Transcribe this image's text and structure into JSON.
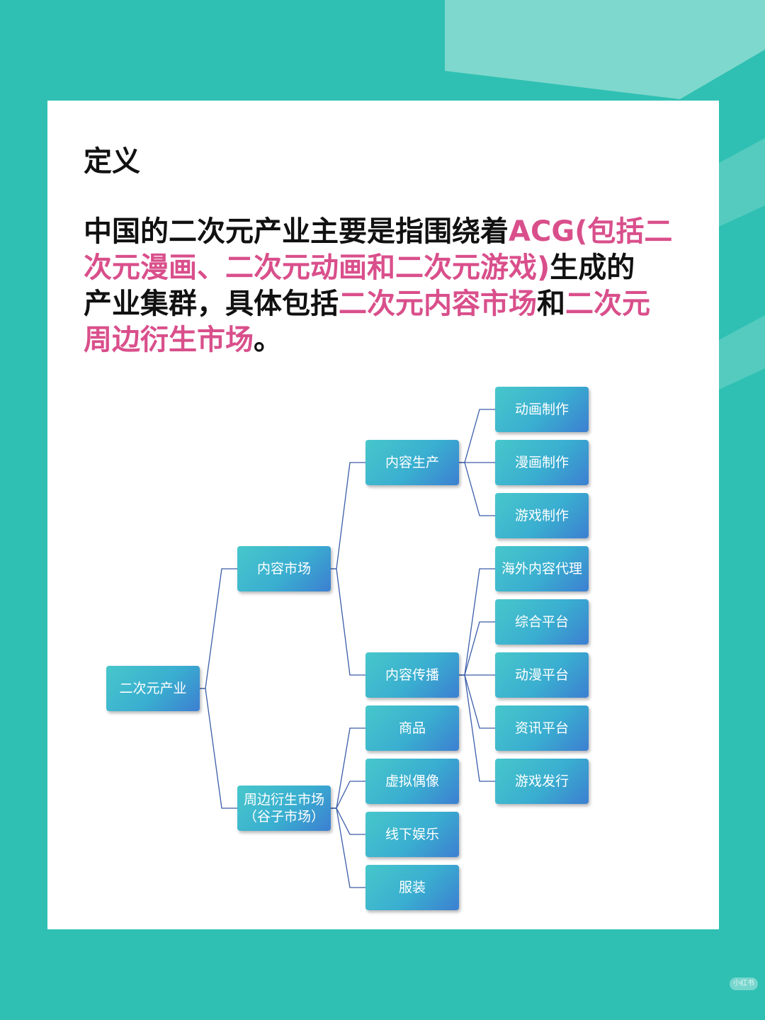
{
  "section_title": "定义",
  "paragraph": [
    [
      {
        "t": "中国的二次元产业主要是指围绕着",
        "hl": false
      },
      {
        "t": "ACG(包括二",
        "hl": true
      }
    ],
    [
      {
        "t": "次元漫画、二次元动画和二次元游戏)",
        "hl": true
      },
      {
        "t": "生成的",
        "hl": false
      }
    ],
    [
      {
        "t": "产业集群，具体包括",
        "hl": false
      },
      {
        "t": "二次元内容市场",
        "hl": true
      },
      {
        "t": "和",
        "hl": false
      },
      {
        "t": "二次元",
        "hl": true
      }
    ],
    [
      {
        "t": "周边衍生市场",
        "hl": true
      },
      {
        "t": "。",
        "hl": false
      }
    ]
  ],
  "colors": {
    "background": "#2fc0b3",
    "background_light": "#7fd8cd",
    "highlight": "#d94f8b",
    "node_gradient_start": "#47c7cb",
    "node_gradient_end": "#3c7fd1",
    "connector": "#3a5da8"
  },
  "tree": {
    "root": "二次元产业",
    "content_market": "内容市场",
    "derivative_market": "周边衍生市场\n（谷子市场）",
    "content_production": "内容生产",
    "content_distribution": "内容传播",
    "production_items": [
      "动画制作",
      "漫画制作",
      "游戏制作"
    ],
    "distribution_items": [
      "海外内容代理",
      "综合平台",
      "动漫平台",
      "资讯平台",
      "游戏发行"
    ],
    "derivative_items": [
      "商品",
      "虚拟偶像",
      "线下娱乐",
      "服装"
    ]
  },
  "watermark": "小红书"
}
